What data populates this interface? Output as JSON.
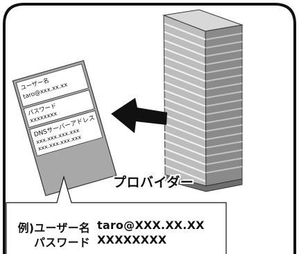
{
  "provider": {
    "label": "プロバイダー"
  },
  "card": {
    "sections": [
      {
        "title": "ユーザー名",
        "value": "taro@xxx.xx.xx"
      },
      {
        "title": "パスワード",
        "value": "xxxxxxxx"
      },
      {
        "title": "DNSサーバーアドレス",
        "lines": [
          "xxx.xxx.xxx.xxx",
          "xxx.xxx.xxx.xxx"
        ]
      }
    ]
  },
  "callout": {
    "user_label": "例)ユーザー名",
    "user_value": "taro@XXX.XX.XX",
    "password_label": "パスワード",
    "password_value": "XXXXXXXX"
  },
  "colors": {
    "building_front": "#bdbdbd",
    "building_side": "#8a8a8a",
    "card_gray": "#a8a8a8",
    "arrow": "#111111"
  }
}
